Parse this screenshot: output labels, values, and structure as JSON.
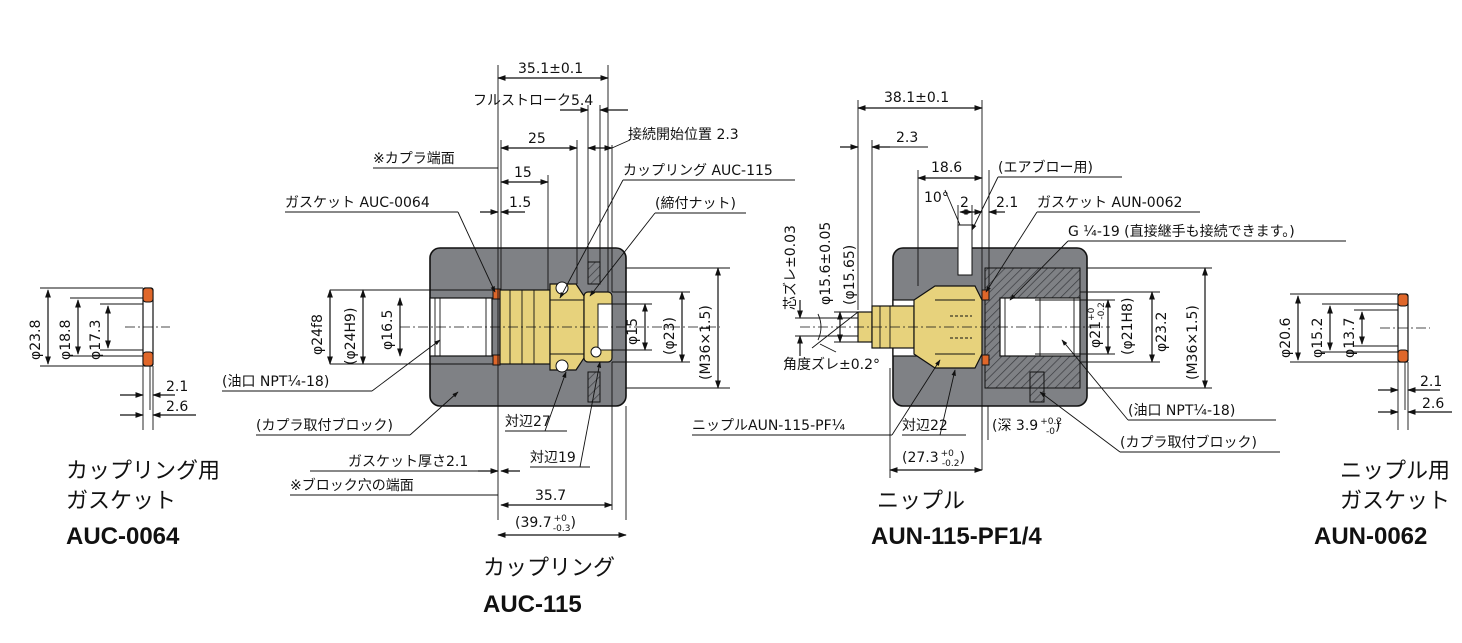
{
  "colors": {
    "block": "#7f8185",
    "brass": "#e7d27c",
    "gasket": "#e0672a",
    "line": "#111111"
  },
  "coupling_gasket": {
    "dims": {
      "d238": "φ23.8",
      "d188": "φ18.8",
      "d173": "φ17.3",
      "t21": "2.1",
      "t26": "2.6"
    },
    "title_line1": "カップリング用",
    "title_line2": "ガスケット",
    "part_no": "AUC-0064"
  },
  "coupling": {
    "dims": {
      "d351": "35.1",
      "d351_tol": "±0.1",
      "full_stroke": "フルストローク5.4",
      "d25": "25",
      "conn_start": "接続開始位置 2.3",
      "d15": "15",
      "d15b": "1.5",
      "d24f8": "φ24f8",
      "d24h9": "(φ24H9)",
      "d165": "φ16.5",
      "phi15": "φ15",
      "phi23": "(φ23)",
      "m36": "(M36×1.5)",
      "hex27": "対辺27",
      "hex19": "対辺19",
      "d357": "35.7",
      "d397": "(39.7",
      "d397_tol_up": "+0",
      "d397_tol_dn": "-0.3",
      "d397_close": ")"
    },
    "callouts": {
      "coupler_face": "※カプラ端面",
      "gasket": "ガスケット AUC-0064",
      "coupling": "カップリング AUC-115",
      "nut": "(締付ナット)",
      "oil_port": "(油口 NPT¼-18)",
      "block": "(カプラ取付ブロック)",
      "gasket_thk": "ガスケット厚さ2.1",
      "block_face": "※ブロック穴の端面"
    },
    "title_line1": "カップリング",
    "part_no": "AUC-115"
  },
  "nipple": {
    "dims": {
      "d381": "38.1",
      "d381_tol": "±0.1",
      "d23": "2.3",
      "d186": "18.6",
      "deg10": "10°",
      "d2": "2",
      "d21": "2.1",
      "core_shift": "芯ズレ±0.03",
      "d156": "φ15.6",
      "d156_tol": "±0.05",
      "d1565": "(φ15.65)",
      "angle_shift": "角度ズレ±0.2°",
      "d21p": "φ21",
      "d21p_up": "+0",
      "d21p_dn": "-0.2",
      "d21h8": "(φ21H8)",
      "d232": "φ23.2",
      "m36": "(M36×1.5)",
      "hex22": "対辺22",
      "depth": "(深 3.9",
      "depth_up": "+0.2",
      "depth_dn": "-0",
      "depth_close": ")",
      "d273": "(27.3",
      "d273_up": "+0",
      "d273_dn": "-0.2",
      "d273_close": ")"
    },
    "callouts": {
      "air_blow": "(エアブロー用)",
      "gasket": "ガスケット AUN-0062",
      "g14": "G ¼-19 (直接継手も接続できます。)",
      "nipple": "ニップルAUN-115-PF¼",
      "oil_port": "(油口 NPT¼-18)",
      "block": "(カプラ取付ブロック)"
    },
    "title_line1": "ニップル",
    "part_no": "AUN-115-PF1/4"
  },
  "nipple_gasket": {
    "dims": {
      "d206": "φ20.6",
      "d152": "φ15.2",
      "d137": "φ13.7",
      "t21": "2.1",
      "t26": "2.6"
    },
    "title_line1": "ニップル用",
    "title_line2": "ガスケット",
    "part_no": "AUN-0062"
  }
}
